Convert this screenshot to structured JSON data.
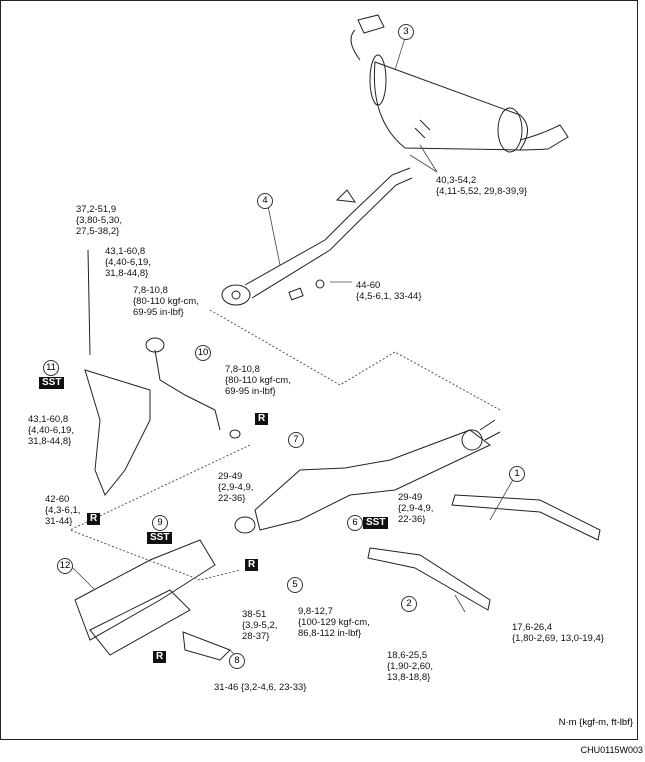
{
  "diagram": {
    "title": "Exhaust system component diagram",
    "units_note": "N·m {kgf-m, ft-lbf}",
    "figure_code": "CHU0115W003",
    "part_numbers": [
      "1",
      "2",
      "3",
      "4",
      "5",
      "6",
      "7",
      "8",
      "9",
      "10",
      "11",
      "12"
    ],
    "torques": {
      "t_37": "37,2-51,9\n{3,80-5,30,\n27,5-38,2}",
      "t_43a": "43,1-60,8\n{4,40-6,19,\n31,8-44,8}",
      "t_78a": "7,8-10,8\n{80-110 kgf-cm,\n69-95 in-lbf}",
      "t_78b": "7,8-10,8\n{80-110 kgf-cm,\n69-95 in-lbf}",
      "t_43b": "43,1-60,8\n{4,40-6,19,\n31,8-44,8}",
      "t_42": "42-60\n{4,3-6,1,\n31-44}",
      "t_29a": "29-49\n{2,9-4,9,\n22-36}",
      "t_29b": "29-49\n{2,9-4,9,\n22-36}",
      "t_38": "38-51\n{3,9-5,2,\n28-37}",
      "t_31": "31-46 {3,2-4,6, 23-33}",
      "t_98": "9,8-12,7\n{100-129 kgf-cm,\n86,8-112 in-lbf}",
      "t_186": "18,6-25,5\n{1,90-2,60,\n13,8-18,8}",
      "t_176": "17,6-26,4\n{1,80-2,69, 13,0-19,4}",
      "t_40": "40,3-54,2\n{4,11-5,52, 29,8-39,9}",
      "t_44": "44-60\n{4,5-6,1, 33-44}"
    },
    "badges": {
      "sst": "SST",
      "replace": "R"
    }
  }
}
